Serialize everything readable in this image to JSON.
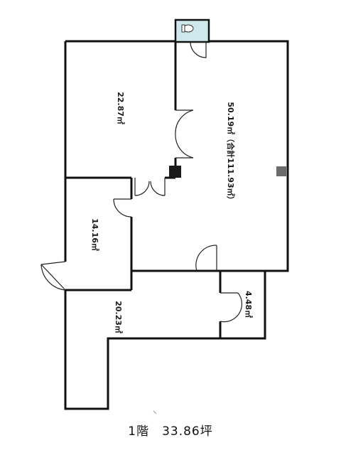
{
  "rooms": {
    "room_a": "22.87㎡",
    "room_b": "50.19㎡（合計111.93㎡）",
    "room_c": "14.16㎡",
    "room_d": "20.23㎡",
    "room_e": "4.48㎡"
  },
  "caption": "1階　33.86坪",
  "colors": {
    "wall": "#111111",
    "toilet_fill": "#cfe8ec",
    "pillar": "#1a1a1a",
    "pillar_gray": "#6b6b6b"
  },
  "icons": {
    "toilet": "toilet-icon"
  }
}
